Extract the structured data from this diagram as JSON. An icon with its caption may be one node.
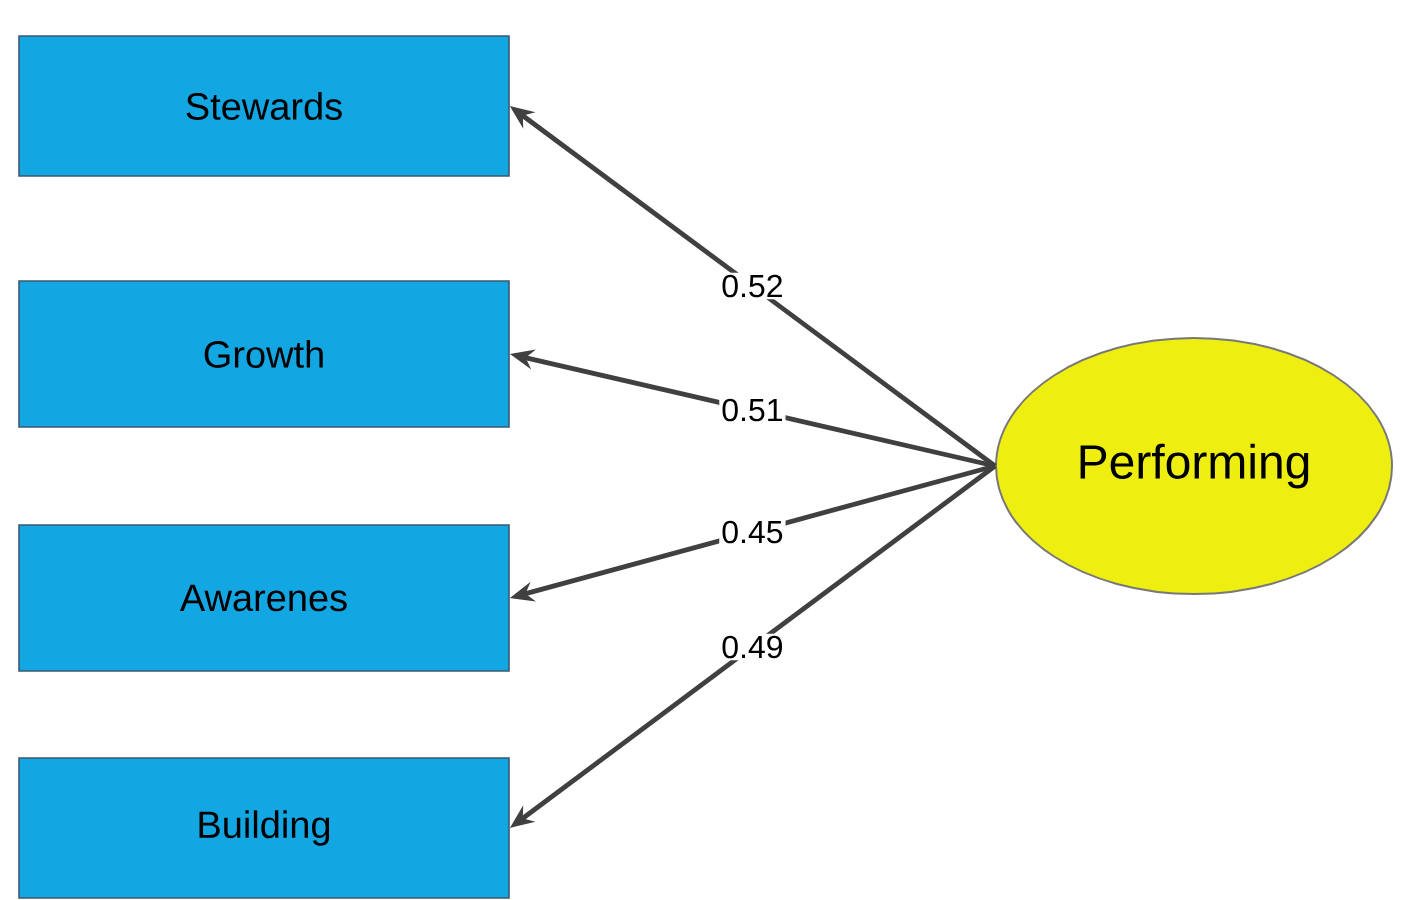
{
  "diagram": {
    "nodes": [
      {
        "text": [
          "Stewards"
        ]
      },
      {
        "text": [
          "Growth"
        ]
      },
      {
        "text": [
          "Awarenes"
        ]
      },
      {
        "text": [
          "Building"
        ]
      },
      {
        "text": [
          "Performing"
        ]
      }
    ],
    "edges": [
      {
        "from": 4,
        "to": 0,
        "arrow": "to",
        "label": "0.52"
      },
      {
        "from": 4,
        "to": 1,
        "arrow": "to",
        "label": "0.51"
      },
      {
        "from": 4,
        "to": 2,
        "arrow": "to",
        "label": "0.45"
      },
      {
        "from": 4,
        "to": 3,
        "arrow": "to",
        "label": "0.49"
      }
    ]
  }
}
